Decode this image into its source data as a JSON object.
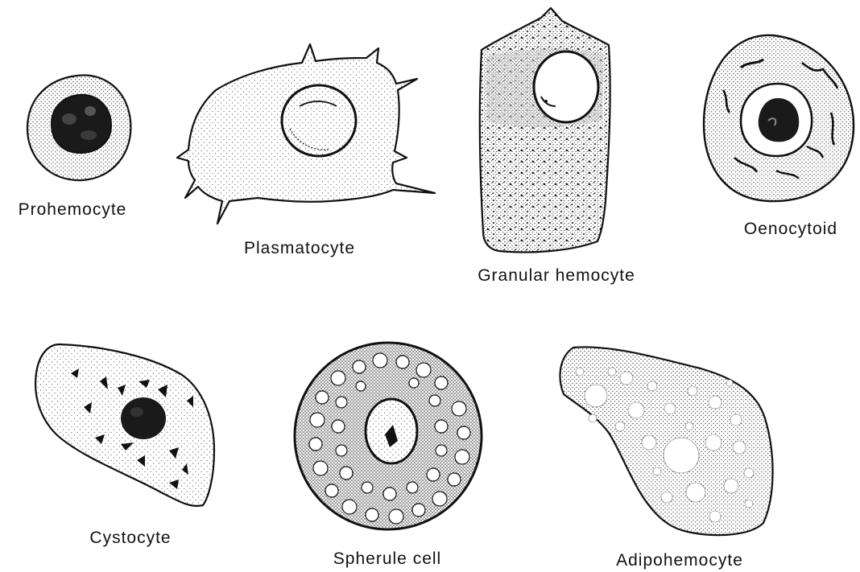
{
  "figure": {
    "colors": {
      "ink": "#111111",
      "paper": "#ffffff"
    },
    "cells": [
      {
        "id": "prohemocyte",
        "label": "Prohemocyte"
      },
      {
        "id": "plasmatocyte",
        "label": "Plasmatocyte"
      },
      {
        "id": "granular",
        "label": "Granular hemocyte"
      },
      {
        "id": "oenocytoid",
        "label": "Oenocytoid"
      },
      {
        "id": "cystocyte",
        "label": "Cystocyte"
      },
      {
        "id": "spherule",
        "label": "Spherule cell"
      },
      {
        "id": "adipohemocyte",
        "label": "Adipohemocyte"
      }
    ]
  }
}
